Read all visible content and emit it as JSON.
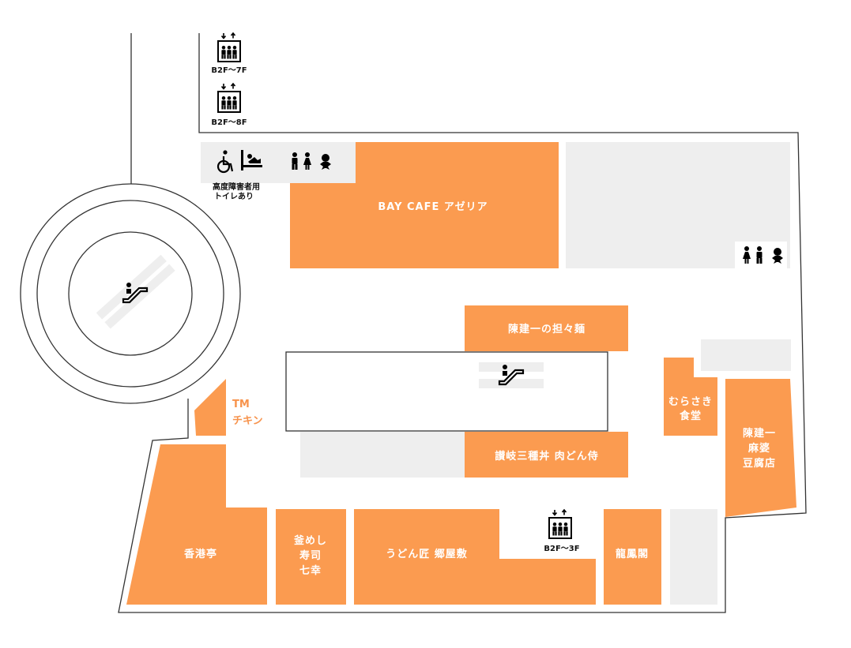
{
  "colors": {
    "store": "#fb9b50",
    "gray_area": "#eeeeee",
    "wall": "#333333",
    "label_light": "#ffffff",
    "label_dark": "#111111",
    "label_orange": "#f7934c"
  },
  "stores": {
    "bay_cafe": "BAY CAFE アゼリア",
    "tantanmen": "陳建一の担々麺",
    "sanuki": "讃岐三種丼 肉どん侍",
    "murasaki": [
      "むらさき",
      "食堂"
    ],
    "mapo": [
      "陳建一",
      "麻婆",
      "豆腐店"
    ],
    "koukoutei": "香港亭",
    "kamameshi": [
      "釜めし",
      "寿司",
      "七幸"
    ],
    "udon": "うどん匠 郷屋敷",
    "ryuhoukaku": "龍鳳閣",
    "tm_chicken": [
      "TM",
      "チキン"
    ]
  },
  "facilities": {
    "elevator_top": {
      "icon": "elevator-icon",
      "label": "B2F〜7F"
    },
    "elevator_mid": {
      "icon": "elevator-icon",
      "label": "B2F〜8F"
    },
    "elevator_bottom": {
      "icon": "elevator-icon",
      "label": "B2F〜3F"
    },
    "accessible_toilet": {
      "icons": [
        "wheelchair-icon",
        "baby-changing-icon"
      ],
      "label": [
        "高度障害者用",
        "トイレあり"
      ]
    },
    "restroom_left": {
      "icons": [
        "male-icon",
        "female-icon",
        "baby-icon"
      ]
    },
    "restroom_right": {
      "icons": [
        "female-icon",
        "male-icon",
        "baby-icon"
      ]
    },
    "escalator_rotunda": {
      "icon": "escalator-icon"
    },
    "escalator_center": {
      "icon": "escalator-icon"
    }
  }
}
